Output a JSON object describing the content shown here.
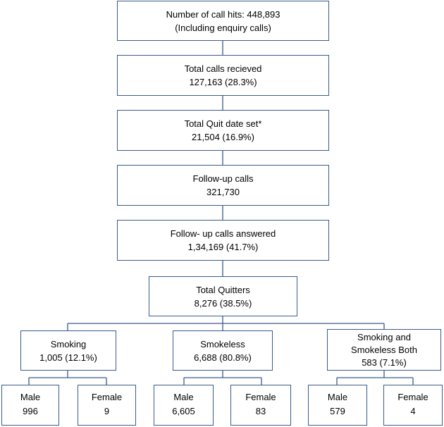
{
  "nodes": {
    "call_hits": {
      "line1": "Number of call hits: 448,893",
      "line2": "(Including enquiry calls)"
    },
    "calls_received": {
      "line1": "Total calls recieved",
      "line2": "127,163 (28.3%)"
    },
    "quit_date": {
      "line1": "Total Quit date set*",
      "line2": "21,504 (16.9%)"
    },
    "followup": {
      "line1": "Follow-up calls",
      "line2": "321,730"
    },
    "followup_answered": {
      "line1": "Follow- up calls answered",
      "line2": "1,34,169 (41.7%)"
    },
    "quitters": {
      "line1": "Total Quitters",
      "line2": "8,276 (38.5%)"
    },
    "smoking": {
      "line1": "Smoking",
      "line2": "1,005 (12.1%)"
    },
    "smokeless": {
      "line1": "Smokeless",
      "line2": "6,688 (80.8%)"
    },
    "both": {
      "line1": "Smoking and",
      "line2": "Smokeless Both",
      "line3": "583 (7.1%)"
    },
    "smoking_male": {
      "line1": "Male",
      "line2": "996"
    },
    "smoking_female": {
      "line1": "Female",
      "line2": "9"
    },
    "smokeless_male": {
      "line1": "Male",
      "line2": "6,605"
    },
    "smokeless_female": {
      "line1": "Female",
      "line2": "83"
    },
    "both_male": {
      "line1": "Male",
      "line2": "579"
    },
    "both_female": {
      "line1": "Female",
      "line2": "4"
    }
  },
  "colors": {
    "border": "#3a5a8c",
    "connector": "#3a5a8c"
  }
}
